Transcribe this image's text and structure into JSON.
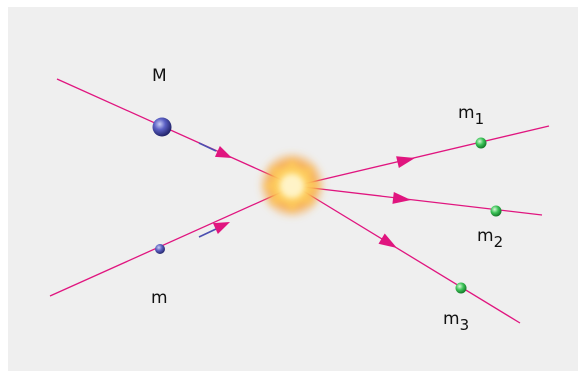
{
  "diagram": {
    "labels": {
      "heavy_mass": "M",
      "light_mass": "m",
      "product_1": "m",
      "product_1_index": "1",
      "product_2": "m",
      "product_2_index": "2",
      "product_3": "m",
      "product_3_index": "3"
    },
    "colors": {
      "panel_background": "#efefef",
      "trajectory_line": "#e0157f",
      "incoming_arrow_shaft": "#4b4fb0",
      "heavy_particle": "#3a3d9e",
      "light_particle": "#4a4db0",
      "product_particles": "#2fb24a",
      "collision_core": "#fff3b0",
      "collision_glow": "#f7a23a"
    },
    "icons": {
      "heavy_particle": "blue-sphere-icon",
      "light_particle": "small-blue-sphere-icon",
      "product_particles": "green-sphere-icon",
      "collision": "explosion-flash-icon"
    }
  }
}
